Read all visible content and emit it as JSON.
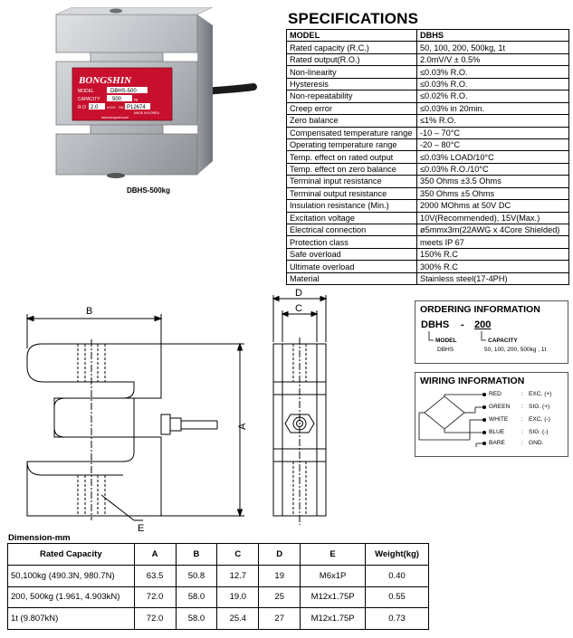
{
  "photo": {
    "caption": "DBHS-500kg",
    "label": {
      "brand": "BONGSHIN",
      "model_label": "MODEL",
      "model_value": "DBHS-500",
      "capacity_label": "CAPACITY",
      "capacity_value": "500",
      "capacity_unit": "kg",
      "ro_label": "R.O",
      "ro_value": "2.0",
      "ro_unit": "mV/V",
      "serial_label": "SN",
      "serial_value": "P12674",
      "made_in": "MADE IN KOREA",
      "website": "www.bongshin.com"
    }
  },
  "specifications": {
    "title": "SPECIFICATIONS",
    "header": {
      "key": "MODEL",
      "value": "DBHS"
    },
    "rows": [
      {
        "key": "Rated capacity (R.C.)",
        "value": "50, 100, 200, 500kg, 1t"
      },
      {
        "key": "Rated output(R.O.)",
        "value": "2.0mV/V ± 0.5%"
      },
      {
        "key": "Non-linearity",
        "value": "≤0.03% R.O."
      },
      {
        "key": "Hysteresis",
        "value": "≤0.03% R.O."
      },
      {
        "key": "Non-repeatability",
        "value": "≤0.02% R.O."
      },
      {
        "key": "Creep error",
        "value": "≤0.03% in 20min."
      },
      {
        "key": "Zero balance",
        "value": "≤1% R.O."
      },
      {
        "key": "Compensated temperature range",
        "value": "-10 – 70°C"
      },
      {
        "key": "Operating temperature range",
        "value": "-20 – 80°C"
      },
      {
        "key": "Temp. effect on rated output",
        "value": "≤0.03% LOAD/10°C"
      },
      {
        "key": "Temp. effect on zero balance",
        "value": "≤0.03% R.O./10°C"
      },
      {
        "key": "Terminal input resistance",
        "value": "350 Ohms ±3.5 Ohms"
      },
      {
        "key": "Terminal output resistance",
        "value": "350 Ohms ±5 Ohms"
      },
      {
        "key": "Insulation resistance (Min.)",
        "value": "2000 MOhms at 50V DC"
      },
      {
        "key": "Excitation voltage",
        "value": "10V(Recommended), 15V(Max.)"
      },
      {
        "key": "Electrical connection",
        "value": "ø5mmx3m(22AWG x 4Core Shielded)"
      },
      {
        "key": "Protection class",
        "value": "meets IP 67"
      },
      {
        "key": "Safe overload",
        "value": "150% R.C"
      },
      {
        "key": "Ultimate overload",
        "value": "300% R.C"
      },
      {
        "key": "Material",
        "value": "Stainless steel(17-4PH)"
      }
    ]
  },
  "drawing": {
    "label_b": "B",
    "label_a": "A",
    "label_e": "E",
    "label_d": "D",
    "label_c": "C"
  },
  "ordering": {
    "title": "ORDERING INFORMATION",
    "model": "DBHS",
    "dash": "-",
    "capacity": "200",
    "model_label": "MODEL",
    "model_value": "DBHS",
    "capacity_label": "CAPACITY",
    "capacity_value": "50, 100, 200, 500kg , 1t"
  },
  "wiring": {
    "title": "WIRING INFORMATION",
    "rows": [
      {
        "color": "RED",
        "sep": ":",
        "signal": "EXC. (+)"
      },
      {
        "color": "GREEN",
        "sep": ":",
        "signal": "SIG. (+)"
      },
      {
        "color": "WHITE",
        "sep": ":",
        "signal": "EXC. (-)"
      },
      {
        "color": "BLUE",
        "sep": ":",
        "signal": "SIG. (-)"
      },
      {
        "color": "BARE",
        "sep": ":",
        "signal": "GND."
      }
    ]
  },
  "dimensions": {
    "title": "Dimension-mm",
    "headers": [
      "Rated Capacity",
      "A",
      "B",
      "C",
      "D",
      "E",
      "Weight(kg)"
    ],
    "rows": [
      [
        "50,100kg (490.3N, 980.7N)",
        "63.5",
        "50.8",
        "12.7",
        "19",
        "M6x1P",
        "0.40"
      ],
      [
        "200, 500kg (1.961, 4.903kN)",
        "72.0",
        "58.0",
        "19.0",
        "25",
        "M12x1.75P",
        "0.55"
      ],
      [
        "1t (9.807kN)",
        "72.0",
        "58.0",
        "25.4",
        "27",
        "M12x1.75P",
        "0.73"
      ]
    ]
  },
  "colors": {
    "label_red": "#c8102e",
    "metal_light": "#c9ccd0",
    "metal_dark": "#8d9196"
  }
}
